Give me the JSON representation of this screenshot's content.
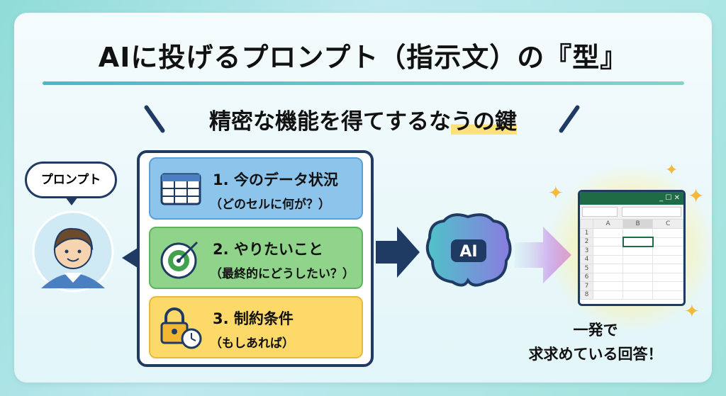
{
  "title": "AIに投げるプロンプト（指示文）の『型』",
  "subtitle": {
    "main": "精密な機能を得てするな",
    "highlight": "うの鍵"
  },
  "bubble": "プロンプト",
  "items": [
    {
      "title": "1. 今のデータ状況",
      "detail": "（どのセルに何が？）",
      "icon": "table-icon",
      "color": "#8cc4ec"
    },
    {
      "title": "2. やりたいこと",
      "detail": "（最終的にどうしたい？）",
      "icon": "target-icon",
      "color": "#8fd48a"
    },
    {
      "title": "3. 制約条件",
      "detail": "（もしあれば）",
      "icon": "lock-timer-icon",
      "color": "#fcd968"
    }
  ],
  "brain_label": "AI",
  "spreadsheet": {
    "columns": [
      "A",
      "B",
      "C"
    ],
    "rows": [
      "1",
      "2",
      "3",
      "4",
      "5",
      "6",
      "7",
      "8"
    ],
    "selected": "B2"
  },
  "result": {
    "line1": "一発で",
    "line2": "求求めている回答！"
  }
}
